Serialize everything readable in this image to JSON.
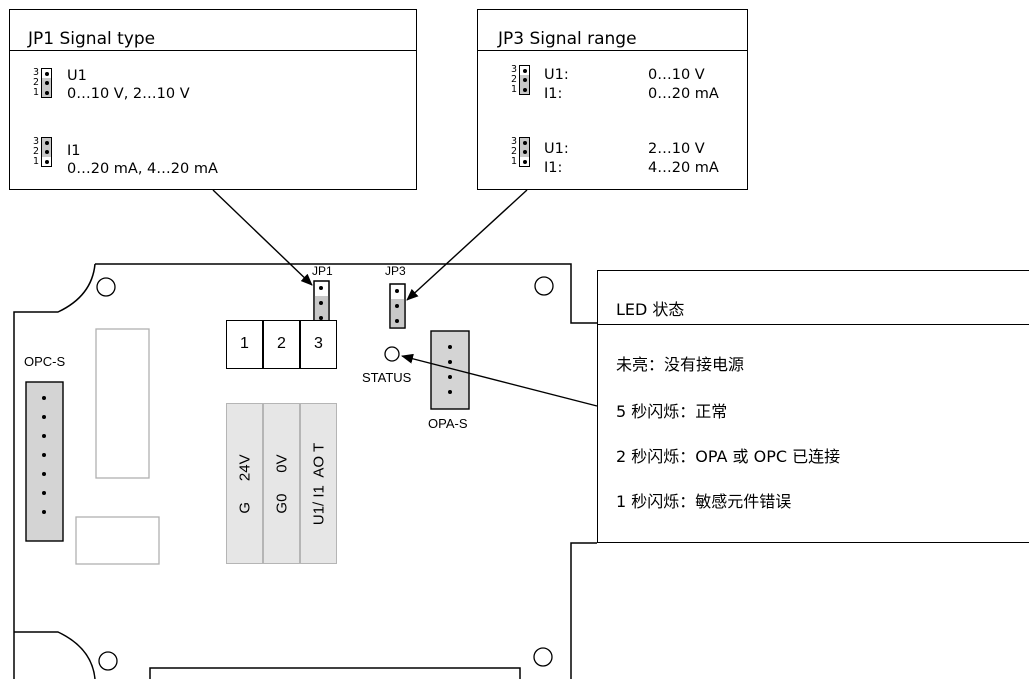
{
  "jp1_box": {
    "title": "JP1 Signal type",
    "options": [
      {
        "pins": [
          "3",
          "2",
          "1"
        ],
        "line1": "U1",
        "line2": "0…10 V, 2…10 V"
      },
      {
        "pins": [
          "3",
          "2",
          "1"
        ],
        "line1": "I1",
        "line2": "0…20 mA, 4…20 mA"
      }
    ]
  },
  "jp3_box": {
    "title": "JP3 Signal range",
    "options": [
      {
        "pins": [
          "3",
          "2",
          "1"
        ],
        "row1_label": "U1:",
        "row1_value": "0…10 V",
        "row2_label": "I1:",
        "row2_value": "0…20 mA"
      },
      {
        "pins": [
          "3",
          "2",
          "1"
        ],
        "row1_label": "U1:",
        "row1_value": "2…10 V",
        "row2_label": "I1:",
        "row2_value": "4…20 mA"
      }
    ]
  },
  "board": {
    "jp1_label": "JP1",
    "jp3_label": "JP3",
    "opc_label": "OPC-S",
    "opa_label": "OPA-S",
    "status_label": "STATUS",
    "terminals": [
      "1",
      "2",
      "3"
    ],
    "terminal_labels": [
      "G     24V",
      "G0     0V",
      "U1/ I1  AO T"
    ]
  },
  "led_box": {
    "title": "LED 状态",
    "rows": [
      "未亮：没有接电源",
      "5 秒闪烁：正常",
      "2 秒闪烁：OPA 或 OPC 已连接",
      "1 秒闪烁：敏感元件错误"
    ]
  },
  "colors": {
    "line": "#000000",
    "shade": "#c8c8c8",
    "label_fill": "#e6e6e6"
  }
}
